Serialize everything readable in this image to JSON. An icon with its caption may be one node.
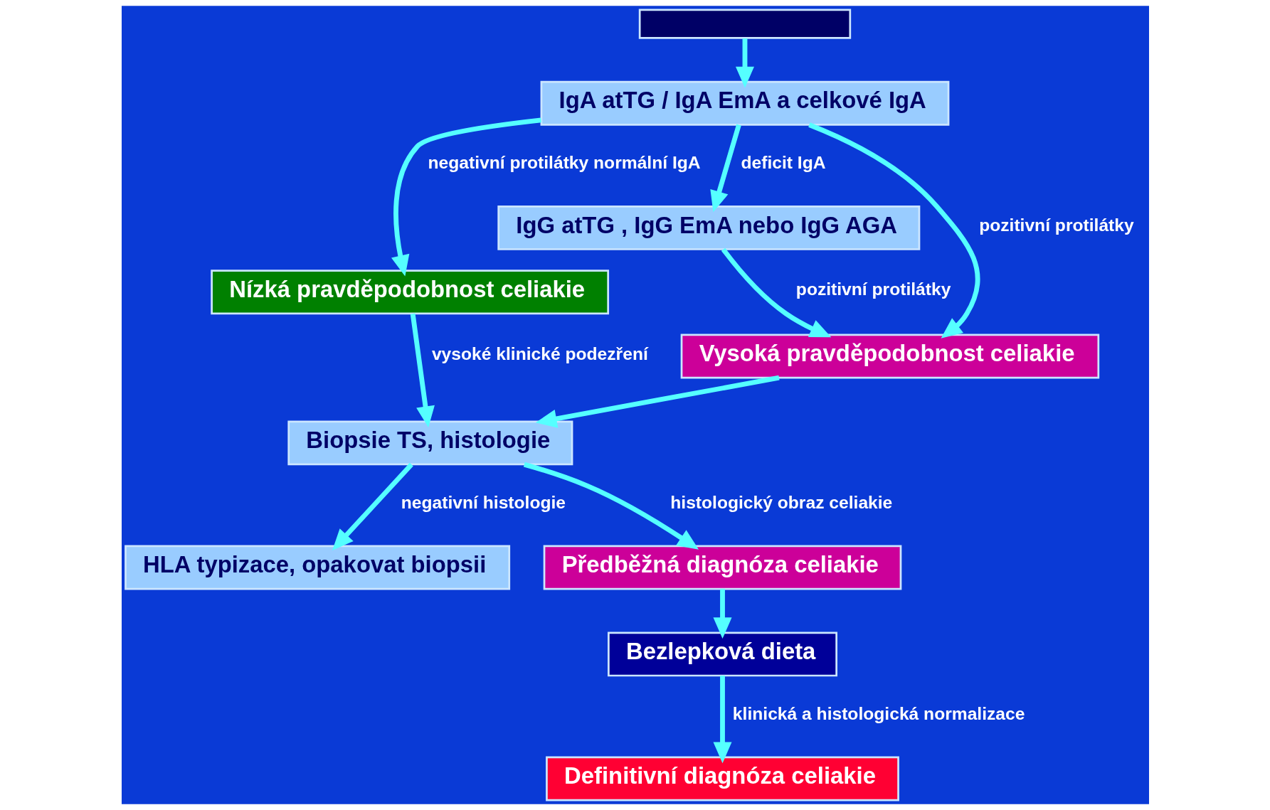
{
  "diagram": {
    "nodes": [
      {
        "text": [],
        "shape": "box"
      },
      {
        "text": [
          "IgA atTG / IgA EmA a celkové IgA"
        ]
      },
      {
        "text": [
          "Nízká pravděpodobnost celiakie"
        ]
      },
      {
        "text": [
          "IgG atTG , IgG EmA nebo IgG AGA"
        ]
      },
      {
        "text": [
          "Biopsie TS, histologie"
        ]
      },
      {
        "text": [
          "Vysoká pravděpodobnost celiakie"
        ]
      },
      {
        "text": [
          "HLA typizace, opakovat biopsii"
        ]
      },
      {
        "text": [
          "Předběžná diagnóza celiakie"
        ]
      },
      {
        "text": [
          "Bezlepková dieta"
        ]
      },
      {
        "text": [
          "Definitivní diagnóza celiakie"
        ]
      }
    ],
    "edges": [
      {
        "from": 0,
        "to": 1,
        "arrow": "to"
      },
      {
        "from": 1,
        "to": 2,
        "arrow": "to",
        "label": "negativní protilátky normální IgA"
      },
      {
        "from": 1,
        "to": 3,
        "arrow": "to",
        "label": "deficit IgA"
      },
      {
        "from": 1,
        "to": 5,
        "arrow": "to",
        "label": "pozitivní protilátky"
      },
      {
        "from": 3,
        "to": 5,
        "arrow": "to",
        "label": "pozitivní protilátky"
      },
      {
        "from": 2,
        "to": 4,
        "arrow": "to",
        "label": "vysoké klinické podezření"
      },
      {
        "from": 5,
        "to": 4,
        "arrow": "to"
      },
      {
        "from": 4,
        "to": 6,
        "arrow": "to",
        "label": "negativní histologie"
      },
      {
        "from": 4,
        "to": 7,
        "arrow": "to",
        "label": "histologický obraz celiakie"
      },
      {
        "from": 7,
        "to": 8,
        "arrow": "to"
      },
      {
        "from": 8,
        "to": 9,
        "arrow": "to",
        "label": "klinická a histologická normalizace"
      }
    ]
  }
}
